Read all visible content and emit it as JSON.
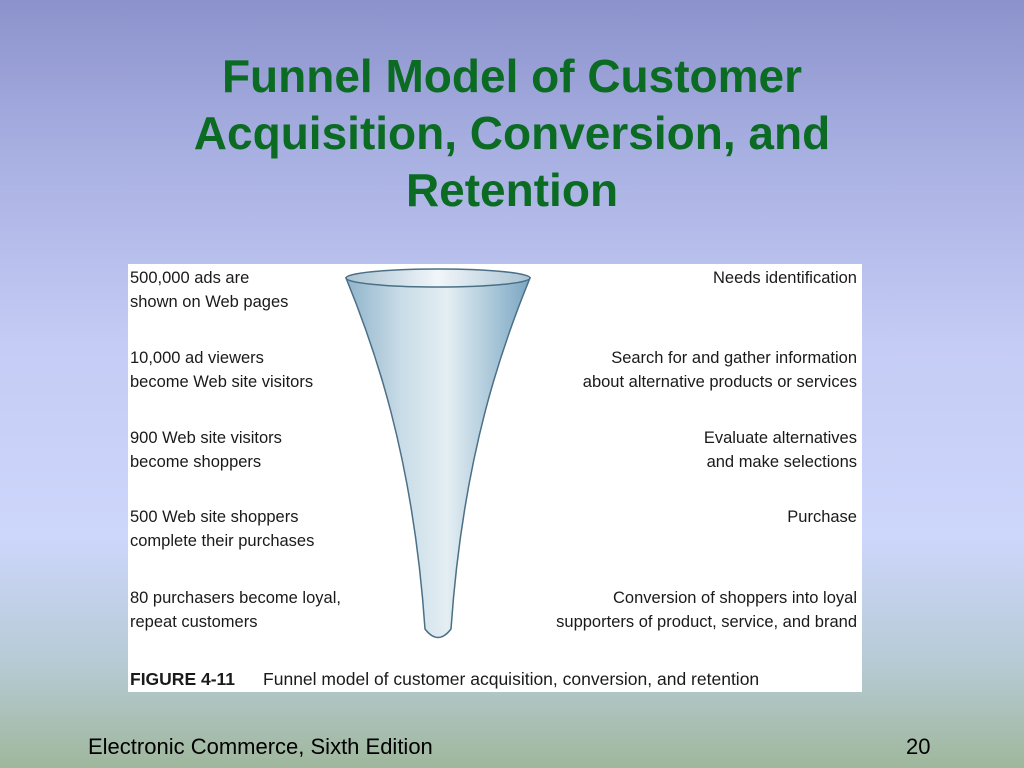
{
  "title": {
    "lines": [
      "Funnel Model of Customer",
      "Acquisition, Conversion, and",
      "Retention"
    ]
  },
  "figure": {
    "left_labels": [
      [
        "500,000 ads are",
        "shown on Web pages"
      ],
      [
        "10,000 ad viewers",
        "become Web site visitors"
      ],
      [
        "900 Web site visitors",
        "become shoppers"
      ],
      [
        "500 Web site shoppers",
        "complete their purchases"
      ],
      [
        "80 purchasers become loyal,",
        "repeat customers"
      ]
    ],
    "right_labels": [
      [
        "Needs identification"
      ],
      [
        "Search for and gather information",
        "about alternative products or services"
      ],
      [
        "Evaluate alternatives",
        "and make selections"
      ],
      [
        "Purchase"
      ],
      [
        "Conversion of shoppers into loyal",
        "supporters of product, service, and brand"
      ]
    ],
    "caption": {
      "number": "FIGURE 4-11",
      "text": "Funnel model of customer acquisition, conversion, and retention"
    }
  },
  "footer": {
    "book": "Electronic Commerce, Sixth Edition",
    "page": "20"
  },
  "colors": {
    "title": "#0b6b23",
    "funnel_light": "#dbe8ef",
    "funnel_dark": "#7aa6c2"
  }
}
